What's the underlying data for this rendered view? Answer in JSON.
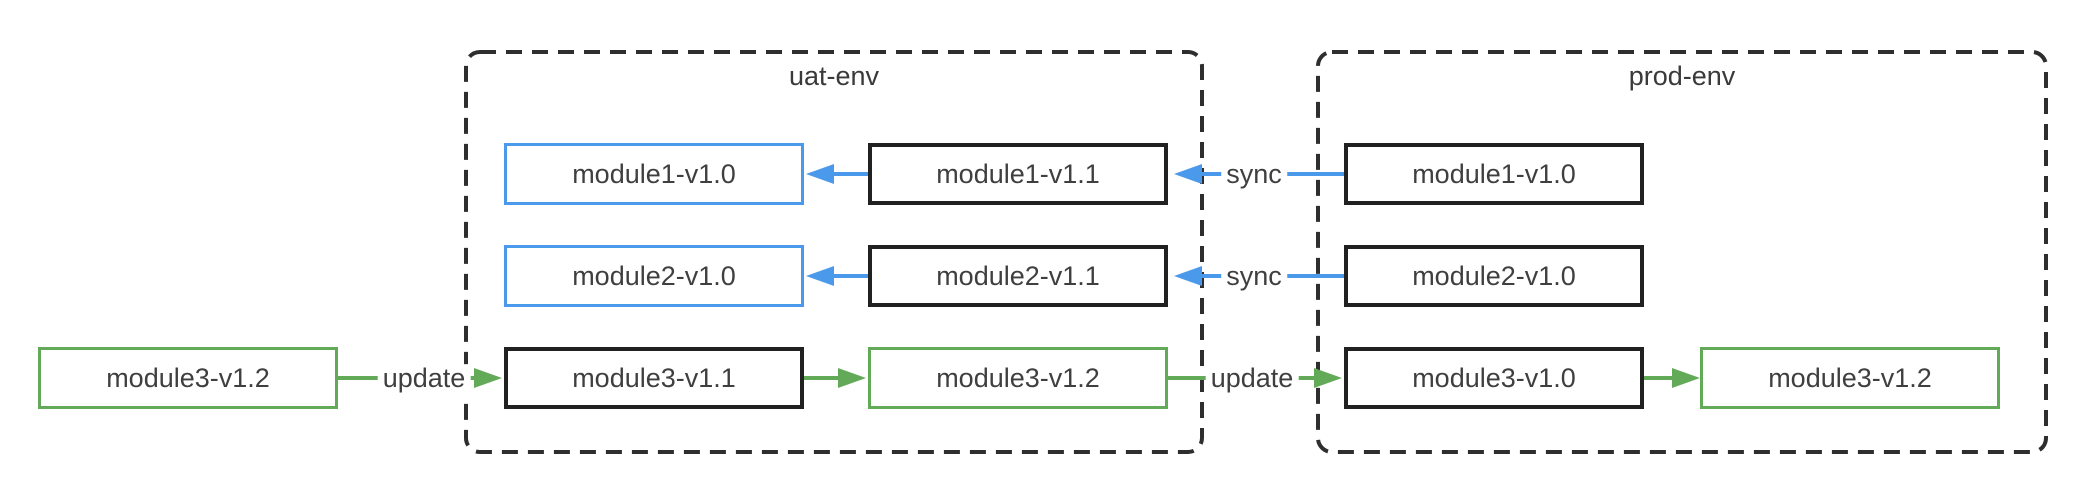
{
  "diagram": {
    "groups": {
      "uat": {
        "label": "uat-env"
      },
      "prod": {
        "label": "prod-env"
      }
    },
    "nodes": {
      "external_m3": {
        "label": "module3-v1.2",
        "style": "green",
        "location": "outside-left"
      },
      "uat_m1_a": {
        "label": "module1-v1.0",
        "style": "blue",
        "location": "uat-env"
      },
      "uat_m1_b": {
        "label": "module1-v1.1",
        "style": "black",
        "location": "uat-env"
      },
      "uat_m2_a": {
        "label": "module2-v1.0",
        "style": "blue",
        "location": "uat-env"
      },
      "uat_m2_b": {
        "label": "module2-v1.1",
        "style": "black",
        "location": "uat-env"
      },
      "uat_m3_a": {
        "label": "module3-v1.1",
        "style": "black",
        "location": "uat-env"
      },
      "uat_m3_b": {
        "label": "module3-v1.2",
        "style": "green",
        "location": "uat-env"
      },
      "prod_m1": {
        "label": "module1-v1.0",
        "style": "black",
        "location": "prod-env"
      },
      "prod_m2": {
        "label": "module2-v1.0",
        "style": "black",
        "location": "prod-env"
      },
      "prod_m3_a": {
        "label": "module3-v1.0",
        "style": "black",
        "location": "prod-env"
      },
      "prod_m3_b": {
        "label": "module3-v1.2",
        "style": "green",
        "location": "prod-env"
      }
    },
    "edges": [
      {
        "from": "uat_m1_b",
        "to": "uat_m1_a",
        "color": "blue",
        "label": "",
        "direction": "left"
      },
      {
        "from": "prod_m1",
        "to": "uat_m1_b",
        "color": "blue",
        "label": "sync",
        "direction": "left"
      },
      {
        "from": "uat_m2_b",
        "to": "uat_m2_a",
        "color": "blue",
        "label": "",
        "direction": "left"
      },
      {
        "from": "prod_m2",
        "to": "uat_m2_b",
        "color": "blue",
        "label": "sync",
        "direction": "left"
      },
      {
        "from": "external_m3",
        "to": "uat_m3_a",
        "color": "green",
        "label": "update",
        "direction": "right"
      },
      {
        "from": "uat_m3_a",
        "to": "uat_m3_b",
        "color": "green",
        "label": "",
        "direction": "right"
      },
      {
        "from": "uat_m3_b",
        "to": "prod_m3_a",
        "color": "green",
        "label": "update",
        "direction": "right"
      },
      {
        "from": "prod_m3_a",
        "to": "prod_m3_b",
        "color": "green",
        "label": "",
        "direction": "right"
      }
    ],
    "colors": {
      "sync_blue": "#4b99eb",
      "update_green": "#63aa58",
      "node_border_black": "#212121",
      "group_border": "#2e2e2e",
      "text": "#3f3f3f",
      "background": "#ffffff"
    }
  }
}
